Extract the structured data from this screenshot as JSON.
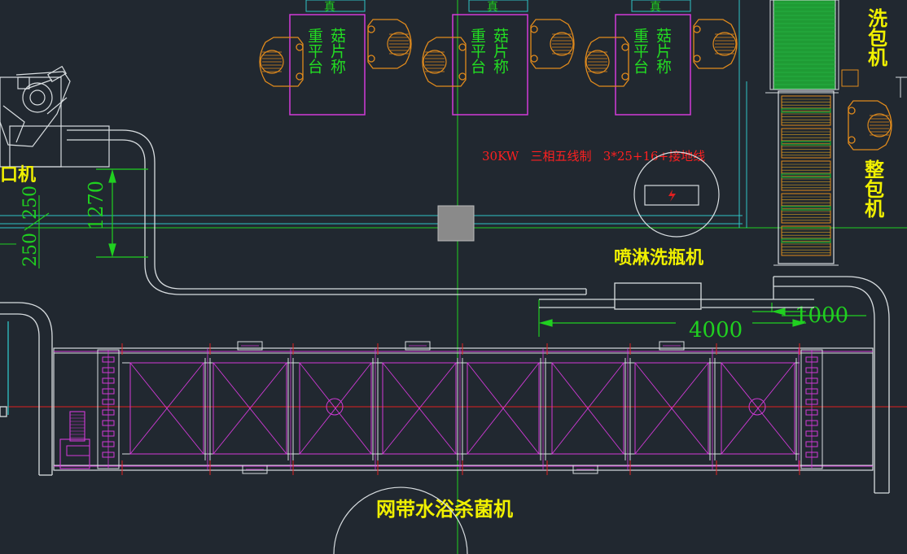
{
  "colors": {
    "background": "#212830",
    "line_white": "#d8dde0",
    "line_cyan": "#2fc4c6",
    "line_magenta": "#d23ad8",
    "line_green": "#20d020",
    "line_red": "#e02020",
    "line_orange": "#e08a1c",
    "label_yellow": "#f0f000",
    "label_red": "#ff2020",
    "text_green": "#22dd22"
  },
  "labels": {
    "wash_bag": "洗包机",
    "arrange_bag": "整包机",
    "sealer": "口机",
    "spray_washer": "喷淋洗瓶机",
    "sterilizer": "网带水浴杀菌机",
    "power_spec": "30KW   三相五线制   3*25+16+接地线"
  },
  "weighing_stations": [
    {
      "line1": "菇片称",
      "line2": "重平台"
    },
    {
      "line1": "菇片称",
      "line2": "重平台"
    },
    {
      "line1": "菇片称",
      "line2": "重平台"
    }
  ],
  "station_top_marks": [
    "真",
    "真",
    "真"
  ],
  "dimensions": {
    "d1270": "1270",
    "d250a": "250",
    "d250b": "250",
    "d4000": "4000",
    "d1000": "1000"
  },
  "icons": {
    "electrical": "lightning-bolt-icon",
    "operator": "operator-topview-icon"
  }
}
